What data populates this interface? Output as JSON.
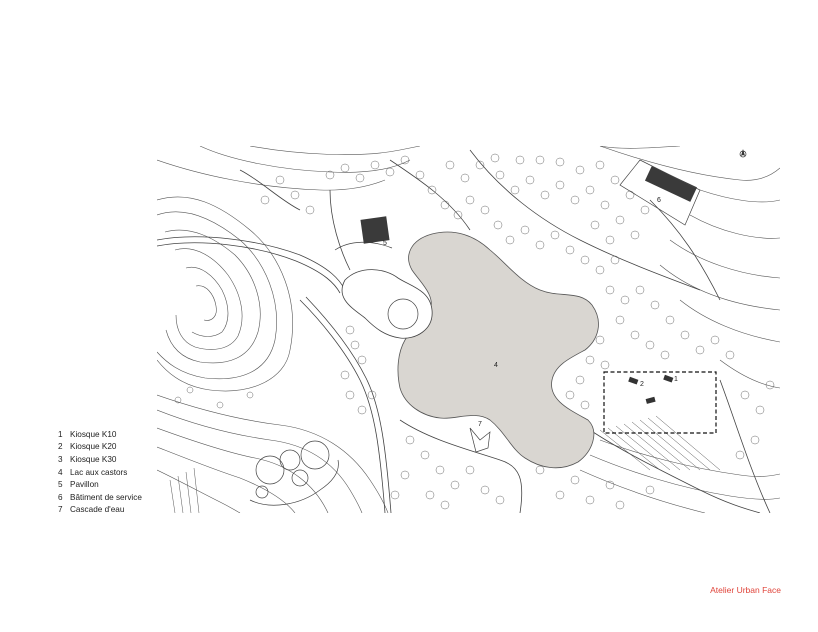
{
  "map": {
    "labels": {
      "k20": "2",
      "k10": "1",
      "lake": "4",
      "pavilion": "5",
      "service": "6",
      "cascade": "7"
    }
  },
  "legend": {
    "items": [
      {
        "num": "1",
        "label": "Kiosque K10"
      },
      {
        "num": "2",
        "label": "Kiosque K20"
      },
      {
        "num": "3",
        "label": "Kiosque K30"
      },
      {
        "num": "4",
        "label": "Lac aux castors"
      },
      {
        "num": "5",
        "label": "Pavillon"
      },
      {
        "num": "6",
        "label": "Bâtiment de service"
      },
      {
        "num": "7",
        "label": "Cascade d'eau"
      }
    ]
  },
  "credit": "Atelier Urban Face",
  "colors": {
    "lake": "#d9d6d1",
    "line": "#555555",
    "building": "#3a3a3a",
    "credit": "#e0443a"
  }
}
